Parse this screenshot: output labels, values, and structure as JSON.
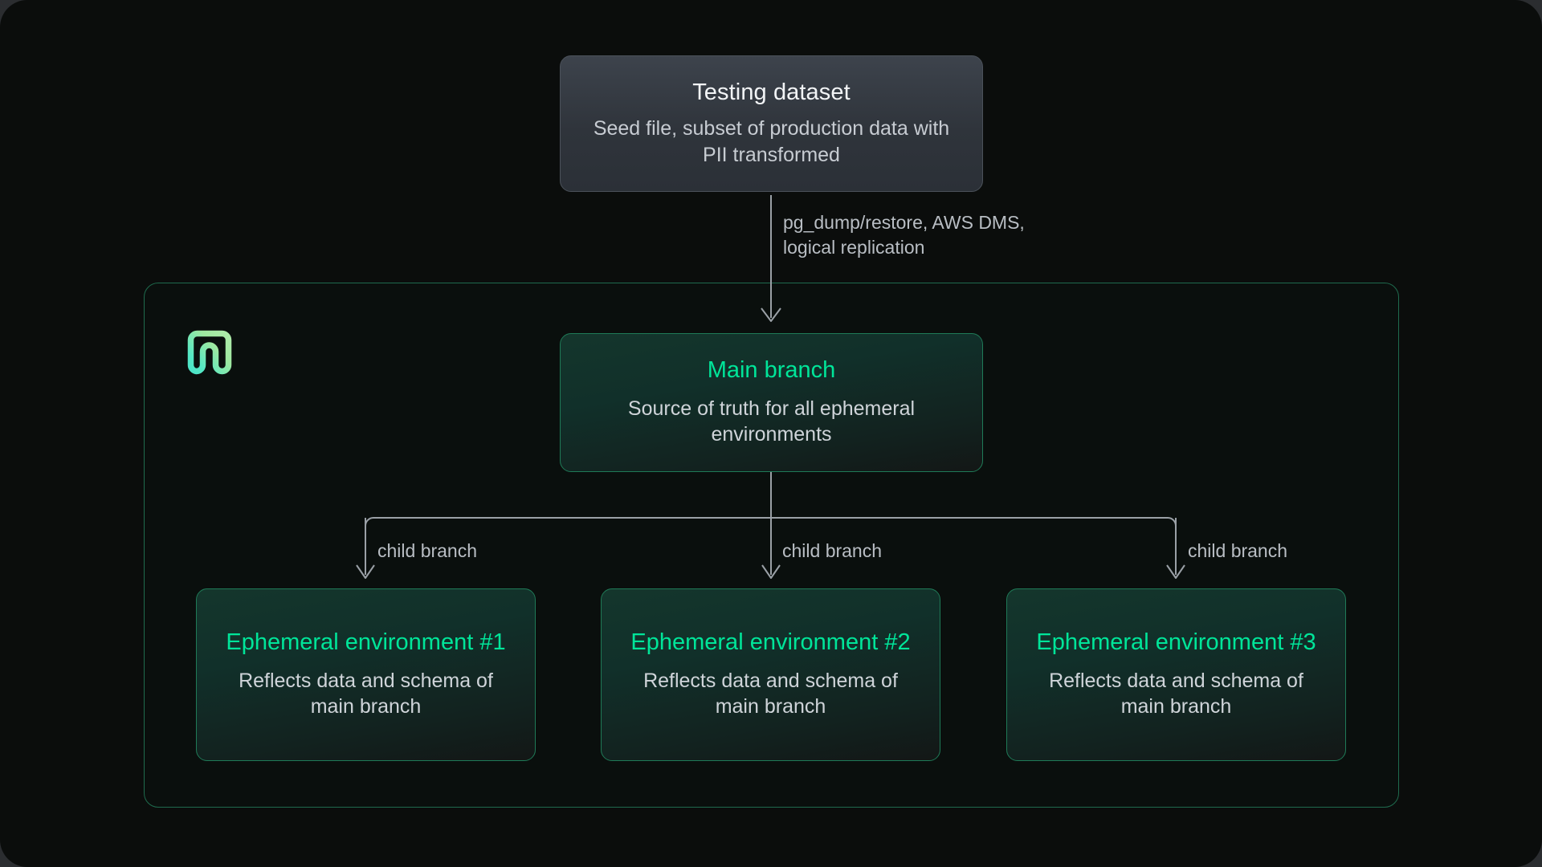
{
  "diagram": {
    "title": "Neon ephemeral environments branching diagram",
    "accent_green": "#00e599",
    "container_border": "#1f6b4e",
    "background": "#0b0d0c",
    "connector_color": "#9aa0a6"
  },
  "source_node": {
    "title": "Testing dataset",
    "description": "Seed file, subset of production data with PII transformed"
  },
  "ingest_edge": {
    "label": "pg_dump/restore, AWS DMS,\nlogical replication"
  },
  "container": {
    "logo_name": "neon-logo"
  },
  "main_node": {
    "title": "Main branch",
    "description": "Source of truth for all ephemeral environments"
  },
  "child_edges": [
    {
      "label": "child branch"
    },
    {
      "label": "child branch"
    },
    {
      "label": "child branch"
    }
  ],
  "ephemeral_nodes": [
    {
      "title": "Ephemeral environment #1",
      "description": "Reflects data and schema of main branch"
    },
    {
      "title": "Ephemeral environment #2",
      "description": "Reflects data and schema of main branch"
    },
    {
      "title": "Ephemeral environment #3",
      "description": "Reflects data and schema of main branch"
    }
  ]
}
